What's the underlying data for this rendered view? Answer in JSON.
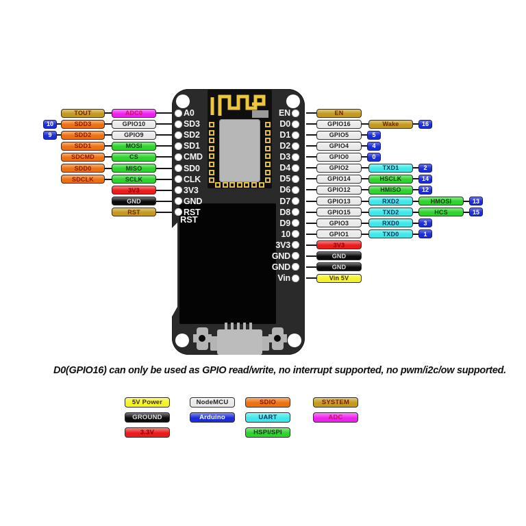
{
  "note": "D0(GPIO16) can only be used as GPIO read/write, no interrupt supported, no pwm/i2c/ow supported.",
  "colors": {
    "system": "#c49a1e",
    "adc": "#ee22ee",
    "sdio": "#ee7111",
    "nodemcu": "#e9e9e9",
    "hspi": "#2ed32d",
    "uart": "#3fe8e8",
    "arduino": "#1e2ed6",
    "power": "#f5f327",
    "ground": "#0c0c0c",
    "v33": "#ea1c1c",
    "board": "#2a2a2a",
    "line": "#151515",
    "pad_gold": "#e2bf3e"
  },
  "text_colors": {
    "system": "#7a2000",
    "adc": "#c2185b",
    "sdio": "#8b1a00",
    "nodemcu": "#222222",
    "hspi": "#123a12",
    "uart": "#0e3264",
    "arduino": "#ffffff",
    "power": "#403000",
    "ground": "#dddddd",
    "v33": "#8a0000"
  },
  "left_rows": [
    {
      "pin": "A0",
      "badge": null,
      "items": [
        {
          "text": "TOUT",
          "type": "system"
        },
        {
          "text": "ADC0",
          "type": "adc"
        }
      ]
    },
    {
      "pin": "SD3",
      "badge": "10",
      "items": [
        {
          "text": "SDD3",
          "type": "sdio"
        },
        {
          "text": "GPIO10",
          "type": "nodemcu"
        }
      ]
    },
    {
      "pin": "SD2",
      "badge": "9",
      "items": [
        {
          "text": "SDD2",
          "type": "sdio"
        },
        {
          "text": "GPIO9",
          "type": "nodemcu"
        }
      ]
    },
    {
      "pin": "SD1",
      "badge": null,
      "items": [
        {
          "text": "SDD1",
          "type": "sdio"
        },
        {
          "text": "MOSI",
          "type": "hspi"
        }
      ]
    },
    {
      "pin": "CMD",
      "badge": null,
      "items": [
        {
          "text": "SDCMD",
          "type": "sdio"
        },
        {
          "text": "CS",
          "type": "hspi"
        }
      ]
    },
    {
      "pin": "SD0",
      "badge": null,
      "items": [
        {
          "text": "SDD0",
          "type": "sdio"
        },
        {
          "text": "MISO",
          "type": "hspi"
        }
      ]
    },
    {
      "pin": "CLK",
      "badge": null,
      "items": [
        {
          "text": "SDCLK",
          "type": "sdio"
        },
        {
          "text": "SCLK",
          "type": "hspi"
        }
      ]
    },
    {
      "pin": "3V3",
      "badge": null,
      "items": [
        {
          "text": "3V3",
          "type": "v33"
        }
      ]
    },
    {
      "pin": "GND",
      "badge": null,
      "items": [
        {
          "text": "GND",
          "type": "ground"
        }
      ]
    },
    {
      "pin": "RST",
      "badge": null,
      "items": [
        {
          "text": "RST",
          "type": "system"
        }
      ]
    }
  ],
  "right_rows": [
    {
      "pin": "EN",
      "badge": null,
      "items": [
        {
          "text": "EN",
          "type": "system"
        }
      ]
    },
    {
      "pin": "D0",
      "badge": "16",
      "items": [
        {
          "text": "GPIO16",
          "type": "nodemcu"
        },
        {
          "text": "Wake",
          "type": "system"
        }
      ]
    },
    {
      "pin": "D1",
      "badge": "5",
      "items": [
        {
          "text": "GPIO5",
          "type": "nodemcu"
        }
      ]
    },
    {
      "pin": "D2",
      "badge": "4",
      "items": [
        {
          "text": "GPIO4",
          "type": "nodemcu"
        }
      ]
    },
    {
      "pin": "D3",
      "badge": "0",
      "items": [
        {
          "text": "GPIO0",
          "type": "nodemcu"
        }
      ]
    },
    {
      "pin": "D4",
      "badge": "2",
      "items": [
        {
          "text": "GPIO2",
          "type": "nodemcu"
        },
        {
          "text": "TXD1",
          "type": "uart"
        }
      ]
    },
    {
      "pin": "D5",
      "badge": "14",
      "items": [
        {
          "text": "GPIO14",
          "type": "nodemcu"
        },
        {
          "text": "HSCLK",
          "type": "hspi"
        }
      ]
    },
    {
      "pin": "D6",
      "badge": "12",
      "items": [
        {
          "text": "GPIO12",
          "type": "nodemcu"
        },
        {
          "text": "HMISO",
          "type": "hspi"
        }
      ]
    },
    {
      "pin": "D7",
      "badge": "13",
      "items": [
        {
          "text": "GPIO13",
          "type": "nodemcu"
        },
        {
          "text": "RXD2",
          "type": "uart"
        },
        {
          "text": "HMOSI",
          "type": "hspi"
        }
      ]
    },
    {
      "pin": "D8",
      "badge": "15",
      "items": [
        {
          "text": "GPIO15",
          "type": "nodemcu"
        },
        {
          "text": "TXD2",
          "type": "uart"
        },
        {
          "text": "HCS",
          "type": "hspi"
        }
      ]
    },
    {
      "pin": "D9",
      "badge": "3",
      "items": [
        {
          "text": "GPIO3",
          "type": "nodemcu"
        },
        {
          "text": "RXD0",
          "type": "uart"
        }
      ]
    },
    {
      "pin": "10",
      "badge": "1",
      "items": [
        {
          "text": "GPIO1",
          "type": "nodemcu"
        },
        {
          "text": "TXD0",
          "type": "uart"
        }
      ]
    },
    {
      "pin": "3V3",
      "badge": null,
      "items": [
        {
          "text": "3V3",
          "type": "v33"
        }
      ]
    },
    {
      "pin": "GND",
      "badge": null,
      "items": [
        {
          "text": "GND",
          "type": "ground"
        }
      ]
    },
    {
      "pin": "GND",
      "badge": null,
      "items": [
        {
          "text": "GND",
          "type": "ground"
        }
      ]
    },
    {
      "pin": "Vin",
      "badge": null,
      "items": [
        {
          "text": "Vin 5V",
          "type": "power"
        }
      ]
    }
  ],
  "board": {
    "rst_label": "RST"
  },
  "legend": [
    [
      {
        "text": "5V Power",
        "type": "power"
      },
      {
        "text": "NodeMCU",
        "type": "nodemcu"
      },
      {
        "text": "SDIO",
        "type": "sdio"
      },
      {
        "text": "SYSTEM",
        "type": "system"
      }
    ],
    [
      {
        "text": "GROUND",
        "type": "ground"
      },
      {
        "text": "Arduino",
        "type": "arduino"
      },
      {
        "text": "UART",
        "type": "uart"
      },
      {
        "text": "ADC",
        "type": "adc"
      }
    ],
    [
      {
        "text": "3.3V",
        "type": "v33"
      },
      null,
      {
        "text": "HSPI/SPI",
        "type": "hspi"
      },
      null
    ]
  ]
}
